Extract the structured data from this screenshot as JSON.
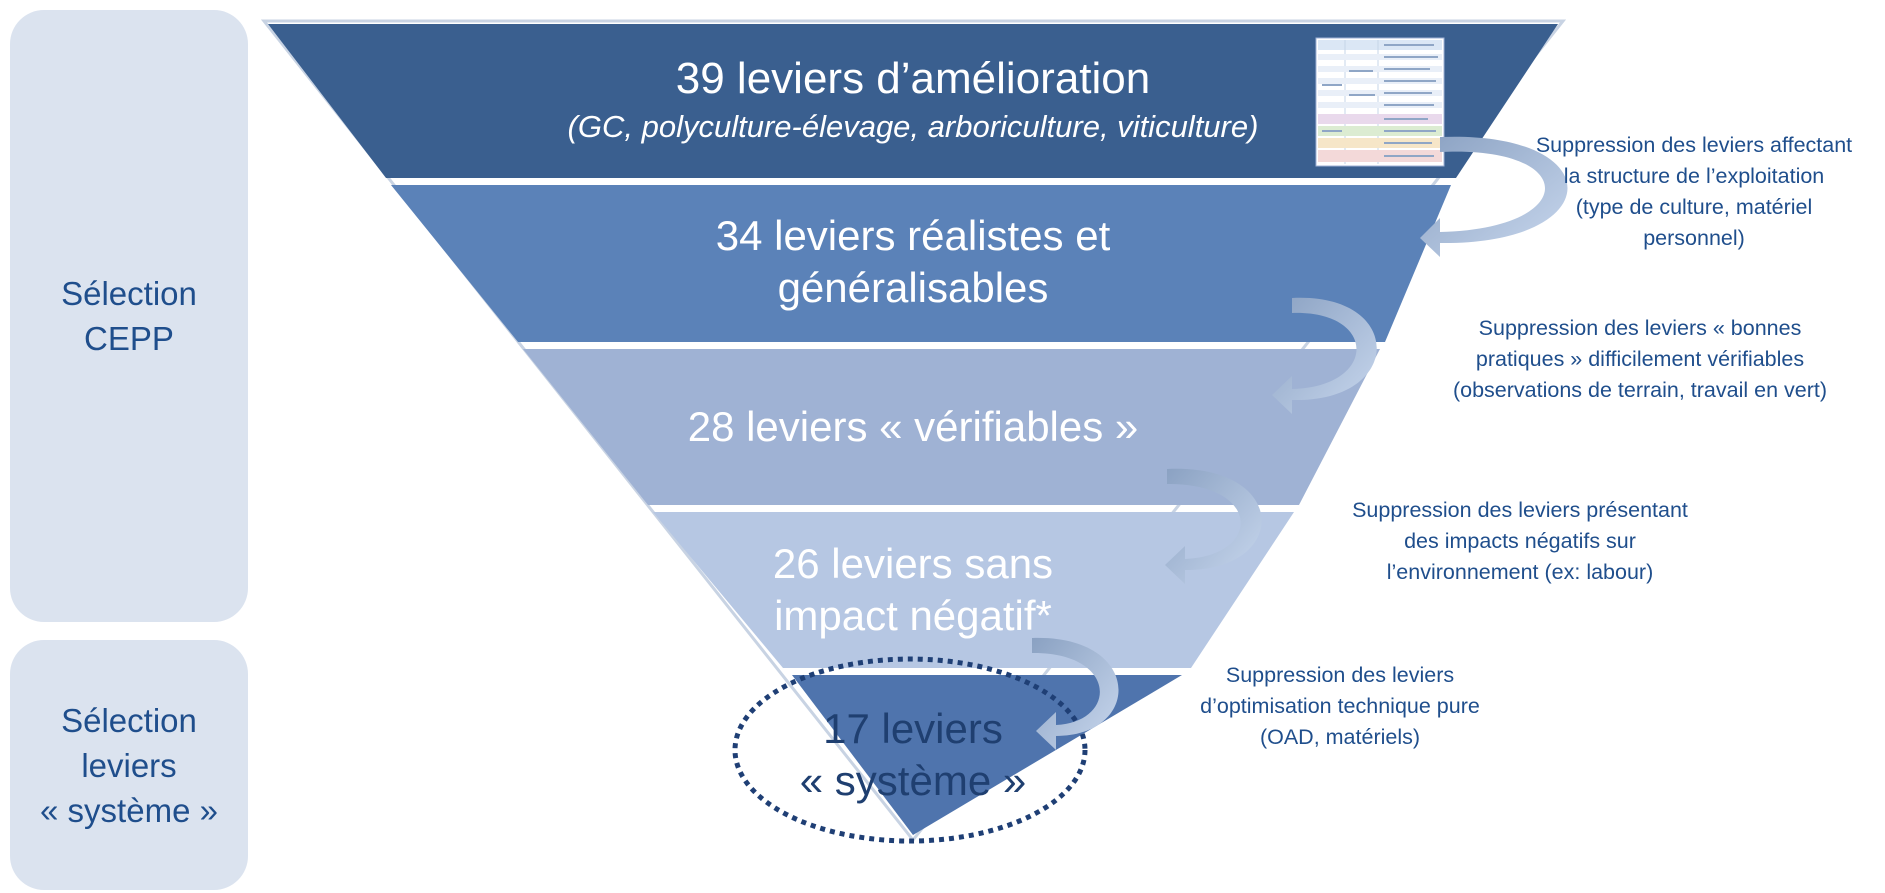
{
  "side_labels": {
    "top": "Sélection\nCEPP",
    "bottom": "Sélection\nleviers\n« système »"
  },
  "funnel": {
    "levels": [
      {
        "line1": "39 leviers d’amélioration",
        "line2": "(GC, polyculture-élevage, arboriculture, viticulture)"
      },
      {
        "line1": "34 leviers réalistes et",
        "line2": "généralisables"
      },
      {
        "line1": "28 leviers « vérifiables »"
      },
      {
        "line1": "26 leviers sans",
        "line2": "impact négatif*"
      },
      {
        "line1": "17 leviers",
        "line2": "« système »"
      }
    ],
    "colors": {
      "level1": "#3a5f8f",
      "level2": "#5b82b8",
      "level3": "#9fb2d4",
      "level4": "#b6c7e3",
      "level5": "#4f74ad",
      "text_light": "#ffffff",
      "text_dark": "#1f3f70",
      "ellipse": "#1f3f75"
    }
  },
  "annotations": [
    "Suppression des leviers affectant\nla structure de l’exploitation\n(type de culture,  matériel\npersonnel)",
    "Suppression des leviers « bonnes\npratiques » difficilement vérifiables\n(observations de terrain, travail en vert)",
    "Suppression des leviers présentant\ndes impacts négatifs sur\nl’environnement (ex: labour)",
    "Suppression des leviers\nd’optimisation technique pure\n(OAD, matériels)"
  ]
}
